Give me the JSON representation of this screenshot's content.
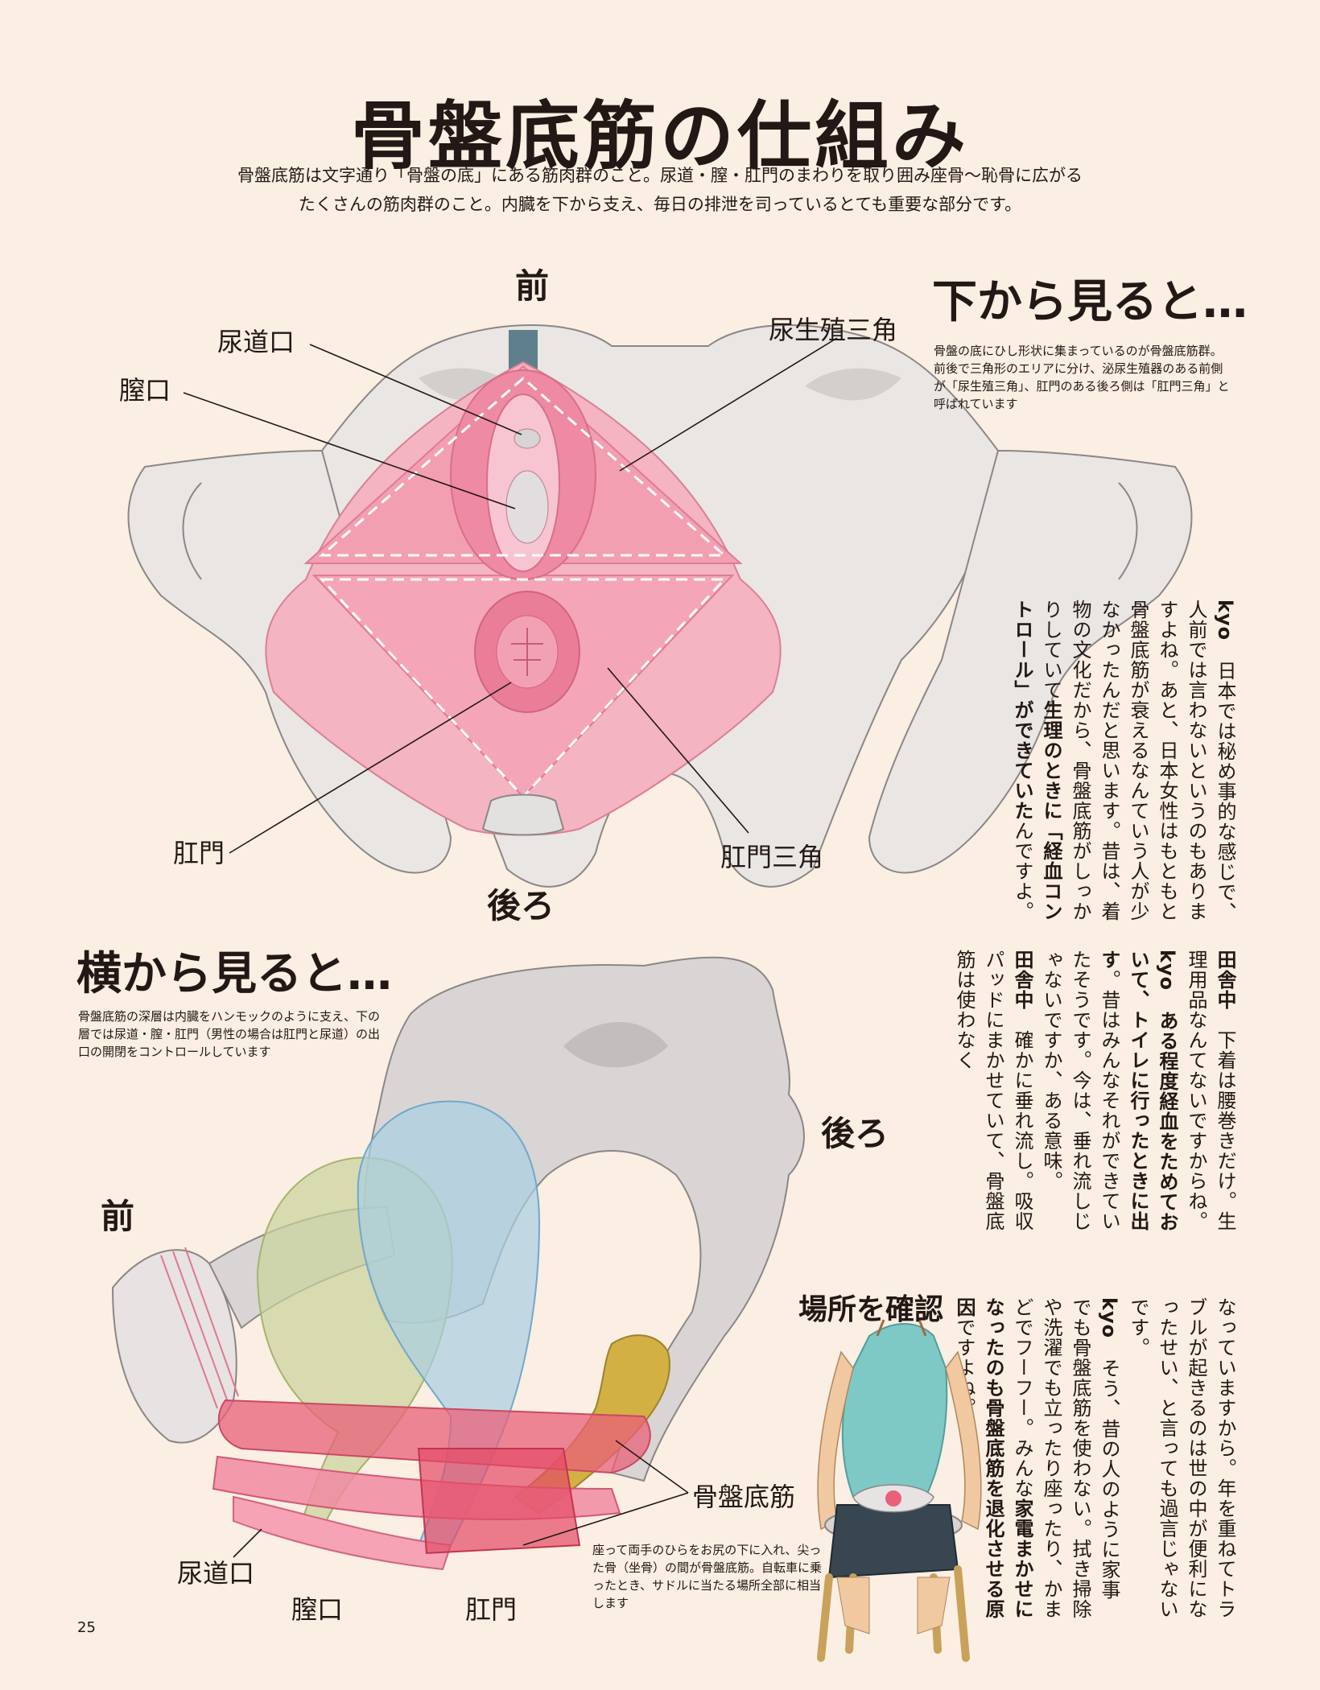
{
  "page": {
    "title": "骨盤底筋の仕組み",
    "intro_1": "骨盤底筋は文字通り「骨盤の底」にある筋肉群のこと。尿道・膣・肛門のまわりを取り囲み座骨〜恥骨に広がる",
    "intro_2": "たくさんの筋肉群のこと。内臓を下から支え、毎日の排泄を司っているとても重要な部分です。",
    "page_number": "25"
  },
  "bottom_view": {
    "heading": "下から見ると…",
    "note": "骨盤の底にひし形状に集まっているのが骨盤底筋群。前後で三角形のエリアに分け、泌尿生殖器のある前側が「尿生殖三角」、肛門のある後ろ側は「肛門三角」と呼ばれています",
    "front": "前",
    "back": "後ろ",
    "labels": {
      "urethra": "尿道口",
      "vagina": "膣口",
      "urogenital": "尿生殖三角",
      "anus": "肛門",
      "anal_triangle": "肛門三角"
    }
  },
  "side_view": {
    "heading": "横から見ると…",
    "note": "骨盤底筋の深層は内臓をハンモックのように支え、下の層では尿道・膣・肛門（男性の場合は肛門と尿道）の出口の開閉をコントロールしています",
    "front": "前",
    "back": "後ろ",
    "labels": {
      "pelvic_floor": "骨盤底筋",
      "urethra": "尿道口",
      "vagina": "膣口",
      "anus": "肛門"
    }
  },
  "location": {
    "heading": "場所を確認",
    "caption": "座って両手のひらをお尻の下に入れ、尖った骨（坐骨）の間が骨盤底筋。自転車に乗ったとき、サドルに当たる場所全部に相当します"
  },
  "dialogue": {
    "col1": {
      "s1": "kyo",
      "t1": "日本では秘め事的な感じで、人前では言わないというのもありますよね。あと、日本女性はもともと骨盤底筋が衰えるなんていう人が少なかったんだと思います。昔は、着物の文化だから、骨盤底筋がしっかりしていて",
      "b1": "生理のときに「経血コントロール」が",
      "b2": "できていた",
      "t2": "んですよ。"
    },
    "col2": {
      "s1": "田舎中",
      "t1": "下着は腰巻きだけ。生理用品なんてないですからね。",
      "s2": "kyo",
      "b1": "ある程度経血をためておいて、トイレに行ったときに出す",
      "t2": "。昔はみんなそれができていたそうです。今は、垂れ流しじゃないですか、ある意味。",
      "s3": "田舎中",
      "t3": "確かに垂れ流し。吸収パッドにまかせていて、骨盤底筋は使わなく"
    },
    "col3": {
      "t1": "なっていますから。年を重ねてトラブルが起きるのは世の中が便利になったせい、と言っても過言じゃないです。",
      "s1": "kyo",
      "t2": "そう、昔の人のように家事でも骨盤底筋を使わない。拭き掃除や洗濯でも立ったり座ったり、かまどでフーフー。みんな",
      "b1": "家電まかせになったのも骨盤底筋を退化させる原因",
      "t3": "ですよね。"
    }
  }
}
